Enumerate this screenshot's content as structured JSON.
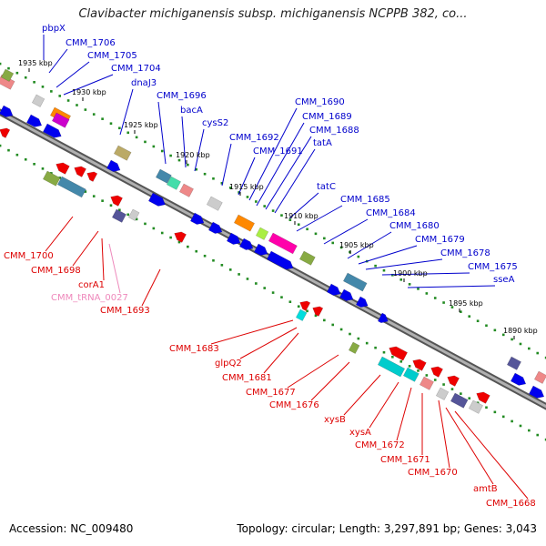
{
  "title": "Clavibacter michiganensis subsp. michiganensis NCPPB 382, co...",
  "footer": {
    "accession": "Accession: NC_009480",
    "info": "Topology: circular; Length: 3,297,891 bp; Genes: 3,043"
  },
  "colors": {
    "forward_label": "#0000cc",
    "reverse_label": "#dd0000",
    "trna_label": "#ee88bb",
    "cds_forward": "#0000ee",
    "cds_reverse": "#ee0000",
    "backbone": "#888888",
    "tick_dots": "#228b22"
  },
  "ticks": [
    "1935 kbp",
    "1930 kbp",
    "1925 kbp",
    "1920 kbp",
    "1915 kbp",
    "1910 kbp",
    "1905 kbp",
    "1900 kbp",
    "1895 kbp",
    "1890 kbp"
  ],
  "forward_labels": [
    "pbpX",
    "CMM_1706",
    "CMM_1705",
    "CMM_1704",
    "dnaJ3",
    "CMM_1696",
    "bacA",
    "cysS2",
    "CMM_1692",
    "CMM_1691",
    "CMM_1690",
    "CMM_1689",
    "CMM_1688",
    "tatA",
    "tatC",
    "CMM_1685",
    "CMM_1684",
    "CMM_1680",
    "CMM_1679",
    "CMM_1678",
    "CMM_1675",
    "sseA"
  ],
  "reverse_labels": [
    "CMM_1700",
    "CMM_1698",
    "corA1",
    "CMM_tRNA_0027",
    "CMM_1693",
    "CMM_1683",
    "glpQ2",
    "CMM_1681",
    "CMM_1677",
    "CMM_1676",
    "xysB",
    "xysA",
    "CMM_1672",
    "CMM_1671",
    "CMM_1670",
    "amtB",
    "CMM_1668"
  ]
}
